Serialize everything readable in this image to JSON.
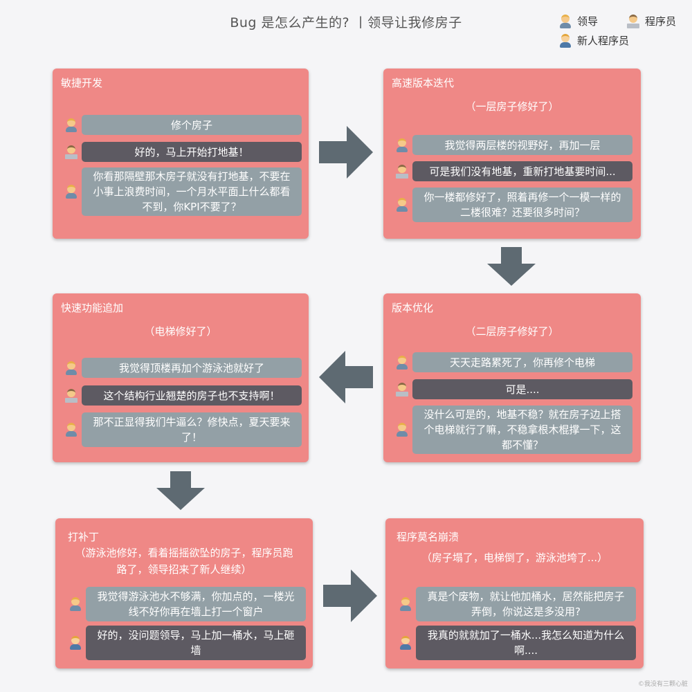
{
  "title": "Bug 是怎么产生的? 丨领导让我修房子",
  "legend": {
    "leader": "领导",
    "programmer": "程序员",
    "new_programmer": "新人程序员"
  },
  "cards": {
    "agile": {
      "title": "敏捷开发",
      "lines": [
        "修个房子",
        "好的，马上开始打地基！",
        "你看那隔壁那木房子就没有打地基，不要在小事上浪费时间，一个月水平面上什么都看不到，你KPI不要了？"
      ]
    },
    "iteration": {
      "title": "高速版本迭代",
      "status": "（一层房子修好了）",
      "lines": [
        "我觉得两层楼的视野好，再加一层",
        "可是我们没有地基，重新打地基要时间...",
        "你一楼都修好了，照着再修一个一模一样的二楼很难？还要很多时间？"
      ]
    },
    "optimize": {
      "title": "版本优化",
      "status": "（二层房子修好了）",
      "lines": [
        "天天走路累死了，你再修个电梯",
        "可是....",
        "没什么可是的，地基不稳？就在房子边上搭个电梯就行了嘛，不稳拿根木棍撑一下，这都不懂？"
      ]
    },
    "feature": {
      "title": "快速功能追加",
      "status": "（电梯修好了）",
      "lines": [
        "我觉得顶楼再加个游泳池就好了",
        "这个结构行业翘楚的房子也不支持啊！",
        "那不正显得我们牛逼么？修快点，夏天要来了！"
      ]
    },
    "patch": {
      "title": "打补丁",
      "status": "（游泳池修好，看着摇摇欲坠的房子，程序员跑路了，领导招来了新人继续）",
      "lines": [
        "我觉得游泳池水不够满，你加点的，一楼光线不好你再在墙上打一个窗户",
        "好的，没问题领导，马上加一桶水，马上砸墙"
      ]
    },
    "collapse": {
      "title": "程序莫名崩溃",
      "status": "（房子塌了，电梯倒了，游泳池垮了...）",
      "lines": [
        "真是个废物，就让他加桶水，居然能把房子弄倒，你说这是多没用?",
        "我真的就就加了一桶水...我怎么知道为什么啊...."
      ]
    }
  },
  "watermark": "©我没有三颗心脏",
  "colors": {
    "card": "#ef8886",
    "leader_bubble": "#93a0a6",
    "dev_bubble": "#5d5a62",
    "arrow": "#5e6a72"
  }
}
